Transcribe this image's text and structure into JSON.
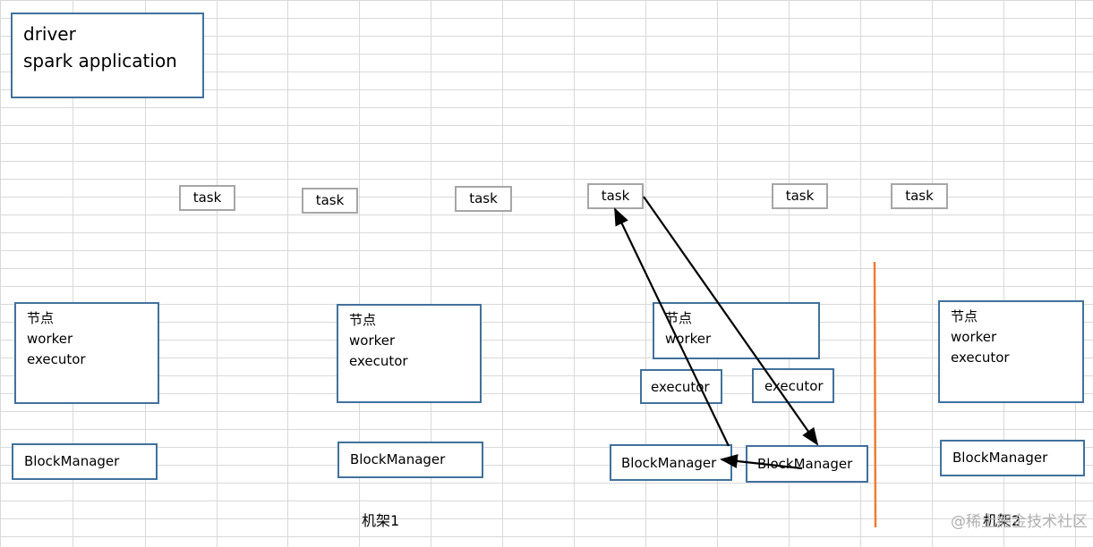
{
  "driver_box": {
    "line1": "driver",
    "line2": "spark application"
  },
  "tasks": [
    "task",
    "task",
    "task",
    "task",
    "task",
    "task"
  ],
  "nodes": [
    {
      "l1": "节点",
      "l2": "worker",
      "l3": "executor"
    },
    {
      "l1": "节点",
      "l2": "worker",
      "l3": "executor"
    },
    {
      "l1": "节点",
      "l2": "worker"
    },
    {
      "l1": "节点",
      "l2": "worker",
      "l3": "executor"
    }
  ],
  "executors": [
    "executor",
    "executor"
  ],
  "block_managers": [
    "BlockManager",
    "BlockManager",
    "BlockManager",
    "BlockManager",
    "BlockManager"
  ],
  "racks": [
    "机架1",
    "机架2"
  ],
  "watermark": "@稀土掘金技术社区",
  "colors": {
    "box_border": "#41719c",
    "task_border": "#a6a6a6",
    "grid": "#d9d9d9",
    "rack_divider": "#ed7d31",
    "arrow": "#000000"
  }
}
